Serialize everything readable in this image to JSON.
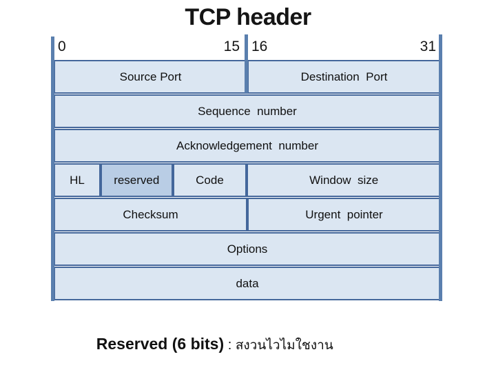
{
  "title": "TCP header",
  "ruler": {
    "labels": [
      "0",
      "15",
      "16",
      "31"
    ]
  },
  "table": {
    "rows": [
      {
        "cells": [
          {
            "label": "Source Port"
          },
          {
            "label": "Destination  Port"
          }
        ]
      },
      {
        "cells": [
          {
            "label": "Sequence  number"
          }
        ]
      },
      {
        "cells": [
          {
            "label": "Acknowledgement  number"
          }
        ]
      },
      {
        "cells": [
          {
            "label": "HL"
          },
          {
            "label": "reserved"
          },
          {
            "label": "Code"
          },
          {
            "label": "Window  size"
          }
        ]
      },
      {
        "cells": [
          {
            "label": "Checksum"
          },
          {
            "label": "Urgent  pointer"
          }
        ]
      },
      {
        "cells": [
          {
            "label": "Options"
          }
        ]
      },
      {
        "cells": [
          {
            "label": "data"
          }
        ]
      }
    ]
  },
  "caption": {
    "lead": "Reserved (6 bits)",
    "separator": " : ",
    "note_thai": "สงวนไวไมใชงาน"
  },
  "colors": {
    "cell_fill": "#dbe6f2",
    "reserved_fill": "#b9cde5",
    "border": "#44679b",
    "tick_bar": "#5a7fae",
    "text": "#111111"
  }
}
